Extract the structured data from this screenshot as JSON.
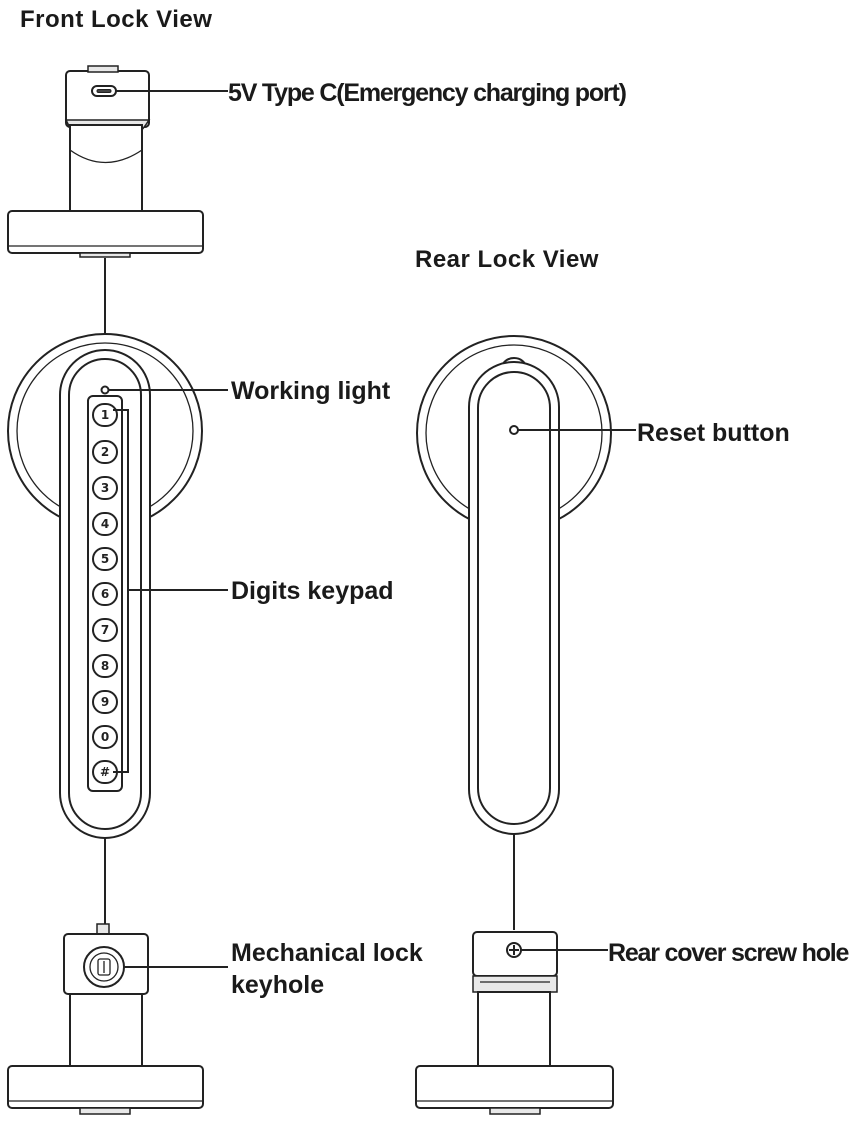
{
  "front_view": {
    "title": "Front Lock View",
    "callouts": {
      "charging_port": "5V Type C(Emergency charging port)",
      "working_light": "Working light",
      "digits_keypad": "Digits keypad",
      "mechanical_lock_line1": "Mechanical lock",
      "mechanical_lock_line2": "keyhole"
    },
    "keypad_keys": [
      "1",
      "2",
      "3",
      "4",
      "5",
      "6",
      "7",
      "8",
      "9",
      "0",
      "#"
    ]
  },
  "rear_view": {
    "title": "Rear Lock View",
    "callouts": {
      "reset_button": "Reset button",
      "rear_cover_screw_hole": "Rear cover screw hole"
    }
  }
}
